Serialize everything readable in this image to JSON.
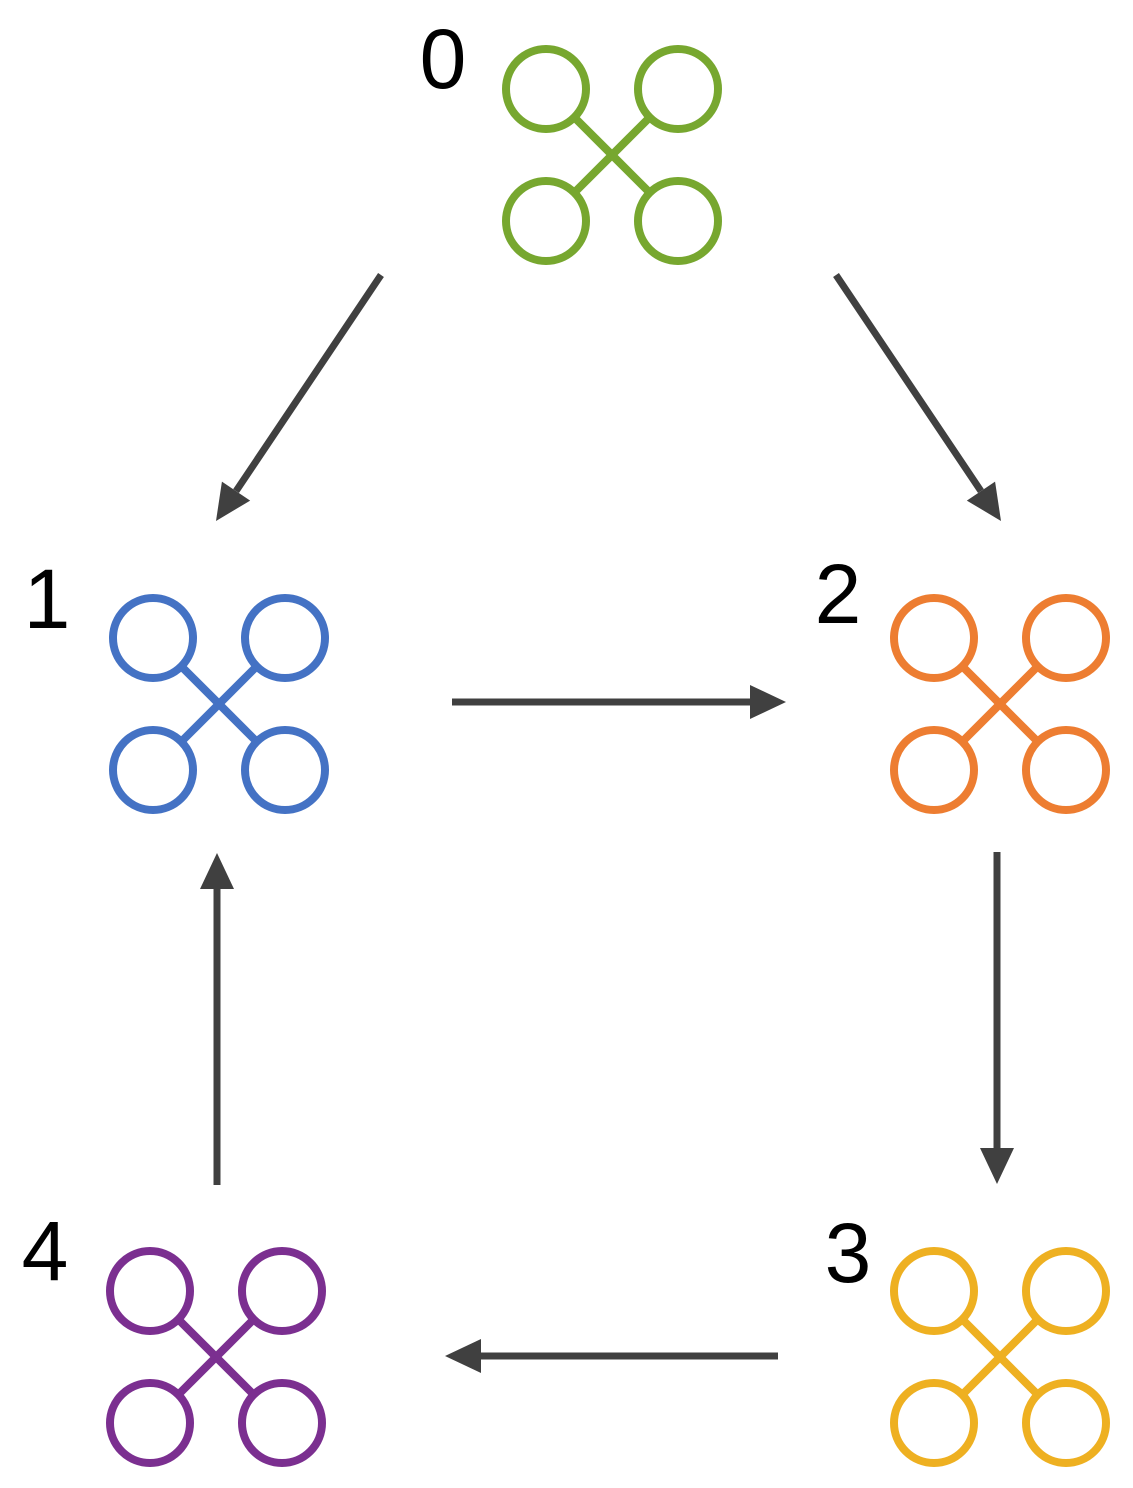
{
  "nodes": [
    {
      "id": "0",
      "label": "0",
      "color": "#77a72f"
    },
    {
      "id": "1",
      "label": "1",
      "color": "#4472c4"
    },
    {
      "id": "2",
      "label": "2",
      "color": "#ed7d31"
    },
    {
      "id": "3",
      "label": "3",
      "color": "#eeb021"
    },
    {
      "id": "4",
      "label": "4",
      "color": "#7b2f90"
    }
  ],
  "edges": [
    {
      "from": "0",
      "to": "1"
    },
    {
      "from": "0",
      "to": "2"
    },
    {
      "from": "1",
      "to": "2"
    },
    {
      "from": "2",
      "to": "3"
    },
    {
      "from": "3",
      "to": "4"
    },
    {
      "from": "4",
      "to": "1"
    }
  ],
  "edge_color": "#404040"
}
